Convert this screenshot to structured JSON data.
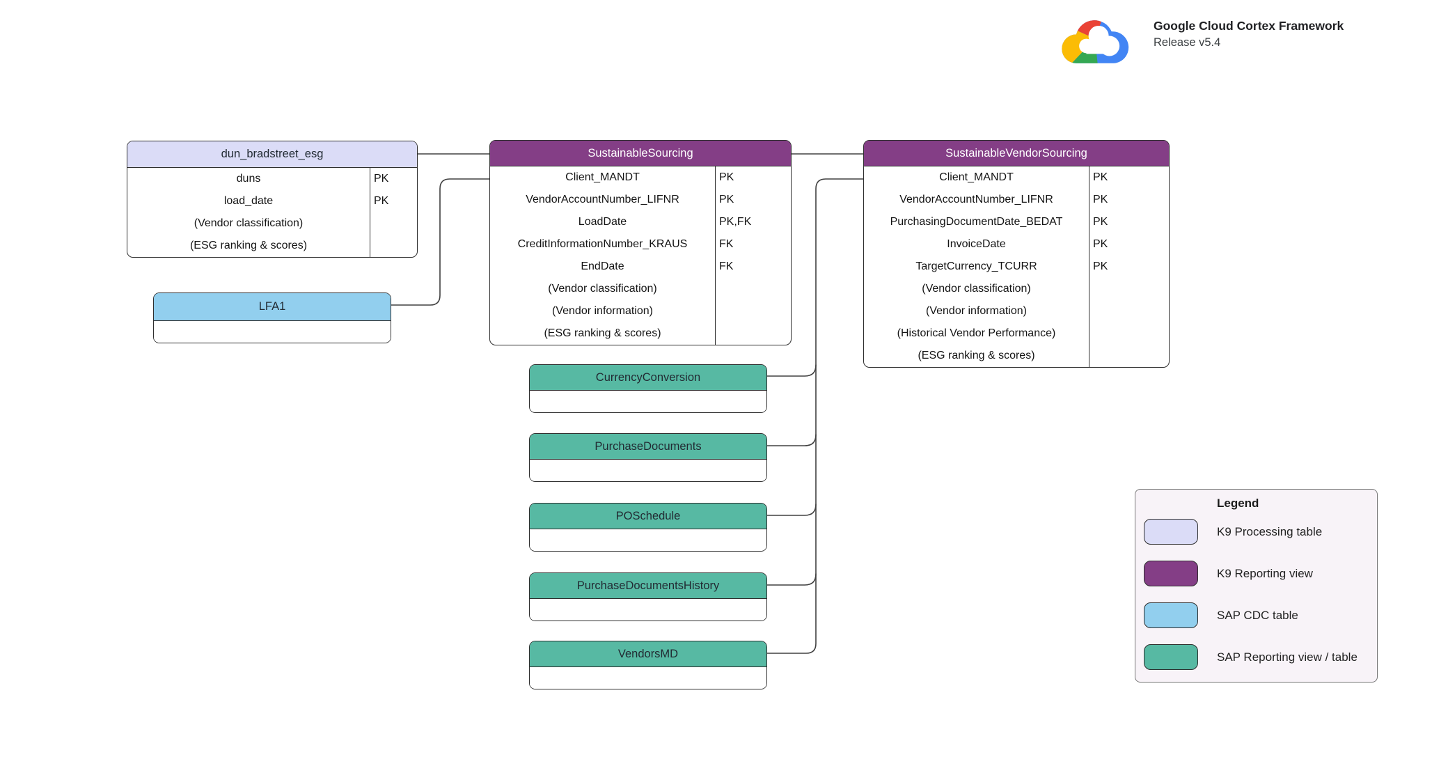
{
  "branding": {
    "logo": "google-cloud-logo",
    "title": "Google Cloud Cortex Framework",
    "subtitle": "Release v5.4"
  },
  "colors": {
    "k9_processing_table": "#dbdcf7",
    "k9_reporting_view": "#843e86",
    "sap_cdc_table": "#92cfee",
    "sap_reporting_view_table": "#57b9a3",
    "legend_background": "#f8f3f8",
    "connector_line": "#404040",
    "entity_border": "#2e2e2e"
  },
  "entities": {
    "dun_bradstreet_esg": {
      "title": "dun_bradstreet_esg",
      "category": "K9 Processing table",
      "header_color": "#dbdcf7",
      "fields": [
        {
          "name": "duns",
          "key": "PK"
        },
        {
          "name": "load_date",
          "key": "PK"
        },
        {
          "name": "(Vendor classification)",
          "key": ""
        },
        {
          "name": "(ESG ranking & scores)",
          "key": ""
        }
      ]
    },
    "lfa1": {
      "title": "LFA1",
      "category": "SAP CDC table",
      "header_color": "#92cfee",
      "fields": []
    },
    "sustainable_sourcing": {
      "title": "SustainableSourcing",
      "category": "K9 Reporting view",
      "header_color": "#843e86",
      "fields": [
        {
          "name": "Client_MANDT",
          "key": "PK"
        },
        {
          "name": "VendorAccountNumber_LIFNR",
          "key": "PK"
        },
        {
          "name": "LoadDate",
          "key": "PK,FK"
        },
        {
          "name": "CreditInformationNumber_KRAUS",
          "key": "FK"
        },
        {
          "name": "EndDate",
          "key": "FK"
        },
        {
          "name": "(Vendor classification)",
          "key": ""
        },
        {
          "name": "(Vendor information)",
          "key": ""
        },
        {
          "name": "(ESG ranking & scores)",
          "key": ""
        }
      ]
    },
    "sustainable_vendor_sourcing": {
      "title": "SustainableVendorSourcing",
      "category": "K9 Reporting view",
      "header_color": "#843e86",
      "fields": [
        {
          "name": "Client_MANDT",
          "key": "PK"
        },
        {
          "name": "VendorAccountNumber_LIFNR",
          "key": "PK"
        },
        {
          "name": "PurchasingDocumentDate_BEDAT",
          "key": "PK"
        },
        {
          "name": "InvoiceDate",
          "key": "PK"
        },
        {
          "name": "TargetCurrency_TCURR",
          "key": "PK"
        },
        {
          "name": "(Vendor classification)",
          "key": ""
        },
        {
          "name": "(Vendor information)",
          "key": ""
        },
        {
          "name": "(Historical Vendor Performance)",
          "key": ""
        },
        {
          "name": "(ESG ranking & scores)",
          "key": ""
        }
      ]
    },
    "currency_conversion": {
      "title": "CurrencyConversion",
      "category": "SAP Reporting view / table",
      "header_color": "#57b9a3",
      "fields": []
    },
    "purchase_documents": {
      "title": "PurchaseDocuments",
      "category": "SAP Reporting view / table",
      "header_color": "#57b9a3",
      "fields": []
    },
    "po_schedule": {
      "title": "POSchedule",
      "category": "SAP Reporting view / table",
      "header_color": "#57b9a3",
      "fields": []
    },
    "purchase_documents_history": {
      "title": "PurchaseDocumentsHistory",
      "category": "SAP Reporting view / table",
      "header_color": "#57b9a3",
      "fields": []
    },
    "vendors_md": {
      "title": "VendorsMD",
      "category": "SAP Reporting view / table",
      "header_color": "#57b9a3",
      "fields": []
    }
  },
  "legend": {
    "title": "Legend",
    "items": [
      {
        "label": "K9 Processing table",
        "color": "#dbdcf7"
      },
      {
        "label": "K9 Reporting view",
        "color": "#843e86"
      },
      {
        "label": "SAP CDC table",
        "color": "#92cfee"
      },
      {
        "label": "SAP Reporting view / table",
        "color": "#57b9a3"
      }
    ]
  }
}
